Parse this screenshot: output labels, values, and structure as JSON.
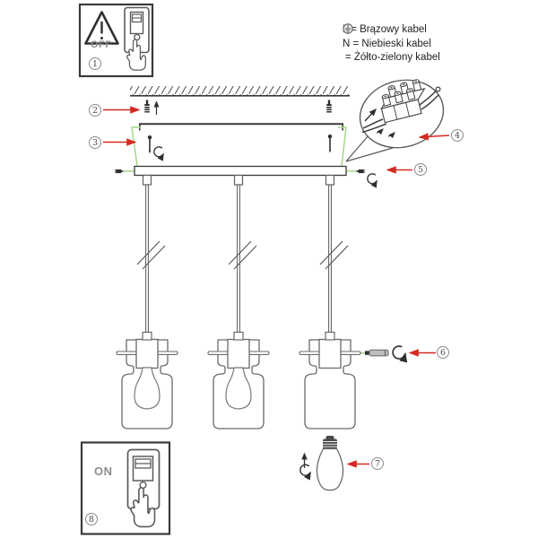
{
  "legend": {
    "lines": [
      {
        "text": "L = Brązowy kabel"
      },
      {
        "text": "N = Niebieski kabel"
      },
      {
        "symbol": "earth-ground-icon",
        "text": "= Żółto-zielony kabel"
      }
    ]
  },
  "step_numbers": [
    "1",
    "2",
    "3",
    "4",
    "5",
    "6",
    "7",
    "8"
  ],
  "switch_panels": {
    "top": {
      "state_label": "OFF"
    },
    "bottom": {
      "state_label": "ON"
    }
  },
  "colors": {
    "callout_red": "#d42a22",
    "assembly_green": "#a6d68c",
    "line_dark": "#3a3a3a",
    "line_mid": "#5f5f5f"
  }
}
